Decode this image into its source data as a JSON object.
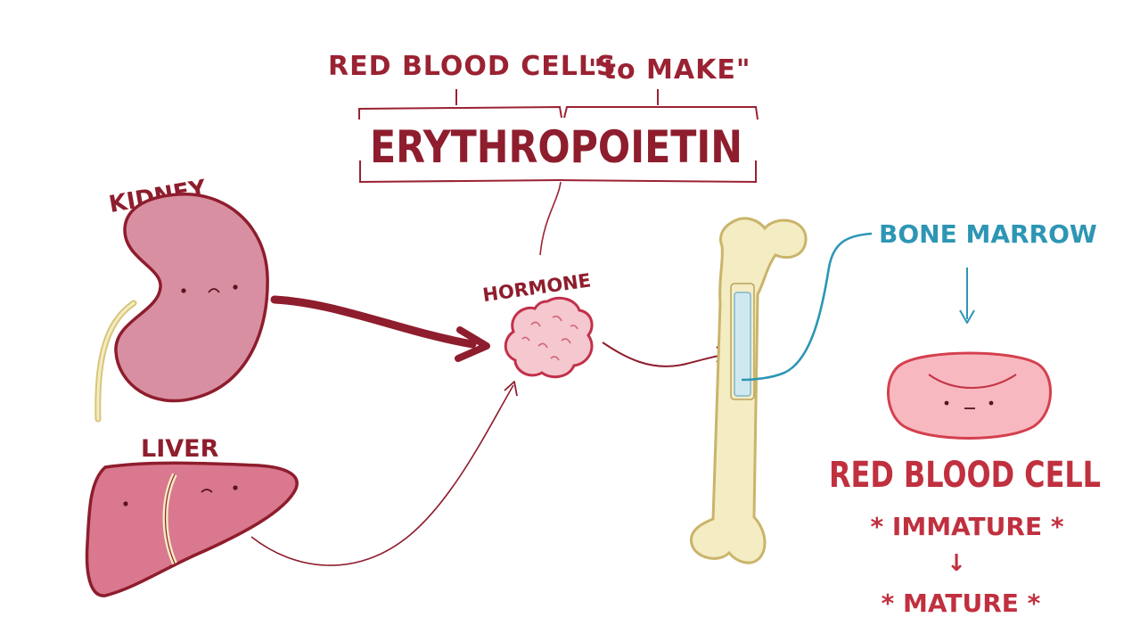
{
  "labels": {
    "etym_red": "RED BLOOD CELLS",
    "etym_make": "\"to MAKE\"",
    "term": "ERYTHROPOIETIN",
    "kidney": "KIDNEY",
    "liver": "LIVER",
    "hormone": "HORMONE",
    "bone_marrow": "BONE MARROW",
    "rbc": "RED BLOOD CELL",
    "immature": "* IMMATURE *",
    "mature": "* MATURE *",
    "down_arrow": "↓"
  },
  "colors": {
    "dark_red": "#8e1d2d",
    "red_text": "#c0303f",
    "teal": "#2d96b4",
    "kidney_fill": "#d98fa2",
    "liver_fill": "#d9788e",
    "hormone_fill": "#f5c7cf",
    "bone_fill": "#f4ecc2",
    "marrow_fill": "#cfe8f0",
    "rbc_fill": "#f7b9bf"
  },
  "icons": {
    "kidney": "kidney-illustration",
    "liver": "liver-illustration",
    "hormone": "hormone-molecule",
    "bone": "femur-bone",
    "rbc": "red-blood-cell"
  }
}
